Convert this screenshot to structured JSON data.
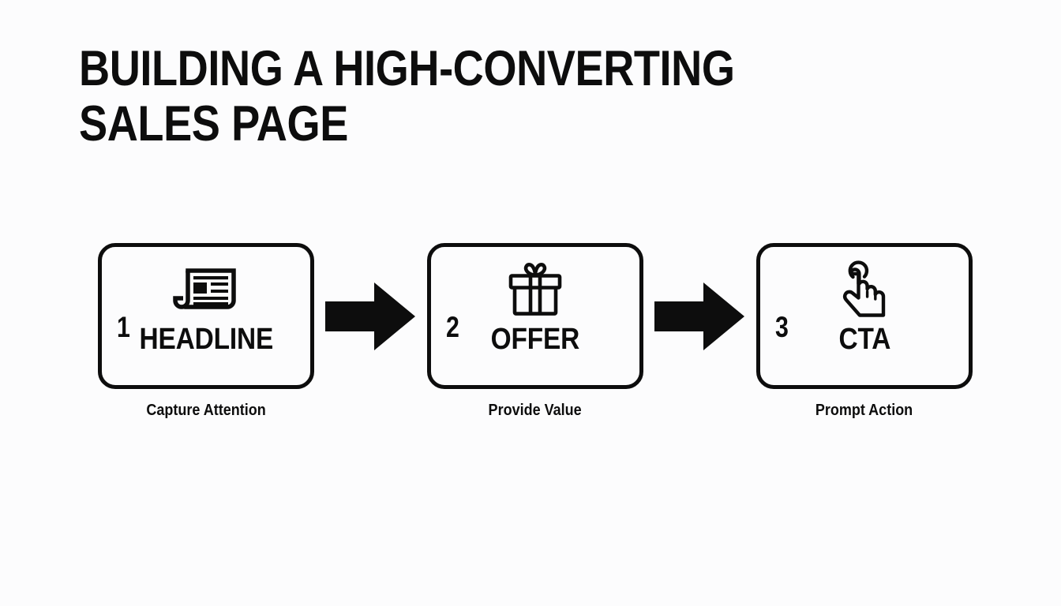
{
  "slide": {
    "title": "BUILDING A HIGH-CONVERTING\nSALES PAGE",
    "background_color": "#fcfcfd",
    "ink_color": "#0d0d0d"
  },
  "flow": {
    "arrow_icon": "arrow-right-icon",
    "steps": [
      {
        "number": "1",
        "label": "HEADLINE",
        "caption": "Capture Attention",
        "icon": "newspaper-icon"
      },
      {
        "number": "2",
        "label": "OFFER",
        "caption": "Provide Value",
        "icon": "gift-icon"
      },
      {
        "number": "3",
        "label": "CTA",
        "caption": "Prompt Action",
        "icon": "tap-hand-icon"
      }
    ]
  }
}
